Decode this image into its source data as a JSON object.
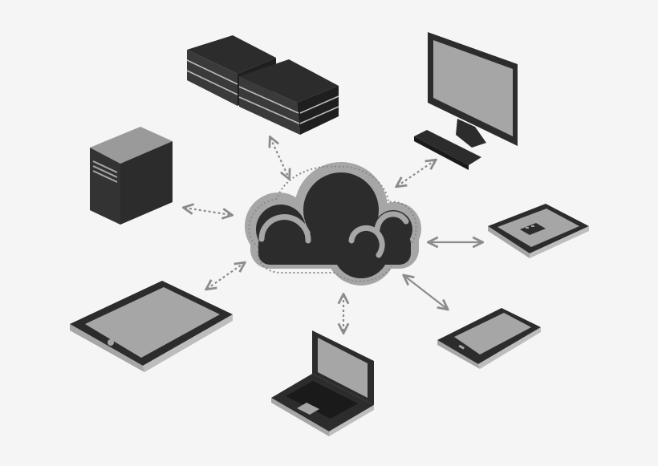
{
  "diagram": {
    "hub": {
      "icon": "cloud-icon"
    },
    "devices": [
      {
        "id": "server-rack",
        "icon": "server-rack-icon"
      },
      {
        "id": "desktop-monitor",
        "icon": "desktop-monitor-icon"
      },
      {
        "id": "tower-computer",
        "icon": "tower-computer-icon"
      },
      {
        "id": "phone-landscape",
        "icon": "smartphone-icon"
      },
      {
        "id": "large-tablet",
        "icon": "tablet-icon"
      },
      {
        "id": "laptop",
        "icon": "laptop-icon"
      },
      {
        "id": "small-tablet",
        "icon": "small-tablet-icon"
      }
    ],
    "connections": [
      {
        "from": "cloud",
        "to": "server-rack",
        "style": "dotted-double-arrow"
      },
      {
        "from": "cloud",
        "to": "desktop-monitor",
        "style": "dotted-double-arrow"
      },
      {
        "from": "cloud",
        "to": "tower-computer",
        "style": "dotted-double-arrow"
      },
      {
        "from": "cloud",
        "to": "phone-landscape",
        "style": "solid-double-arrow"
      },
      {
        "from": "cloud",
        "to": "large-tablet",
        "style": "dotted-double-arrow"
      },
      {
        "from": "cloud",
        "to": "laptop",
        "style": "dotted-double-arrow"
      },
      {
        "from": "cloud",
        "to": "small-tablet",
        "style": "solid-double-arrow"
      }
    ],
    "colors": {
      "background": "#f5f5f5",
      "dark": "#2c2c2c",
      "gray": "#a6a6a6",
      "outline": "#8a8a8a",
      "arrow": "#8c8c8c"
    }
  }
}
